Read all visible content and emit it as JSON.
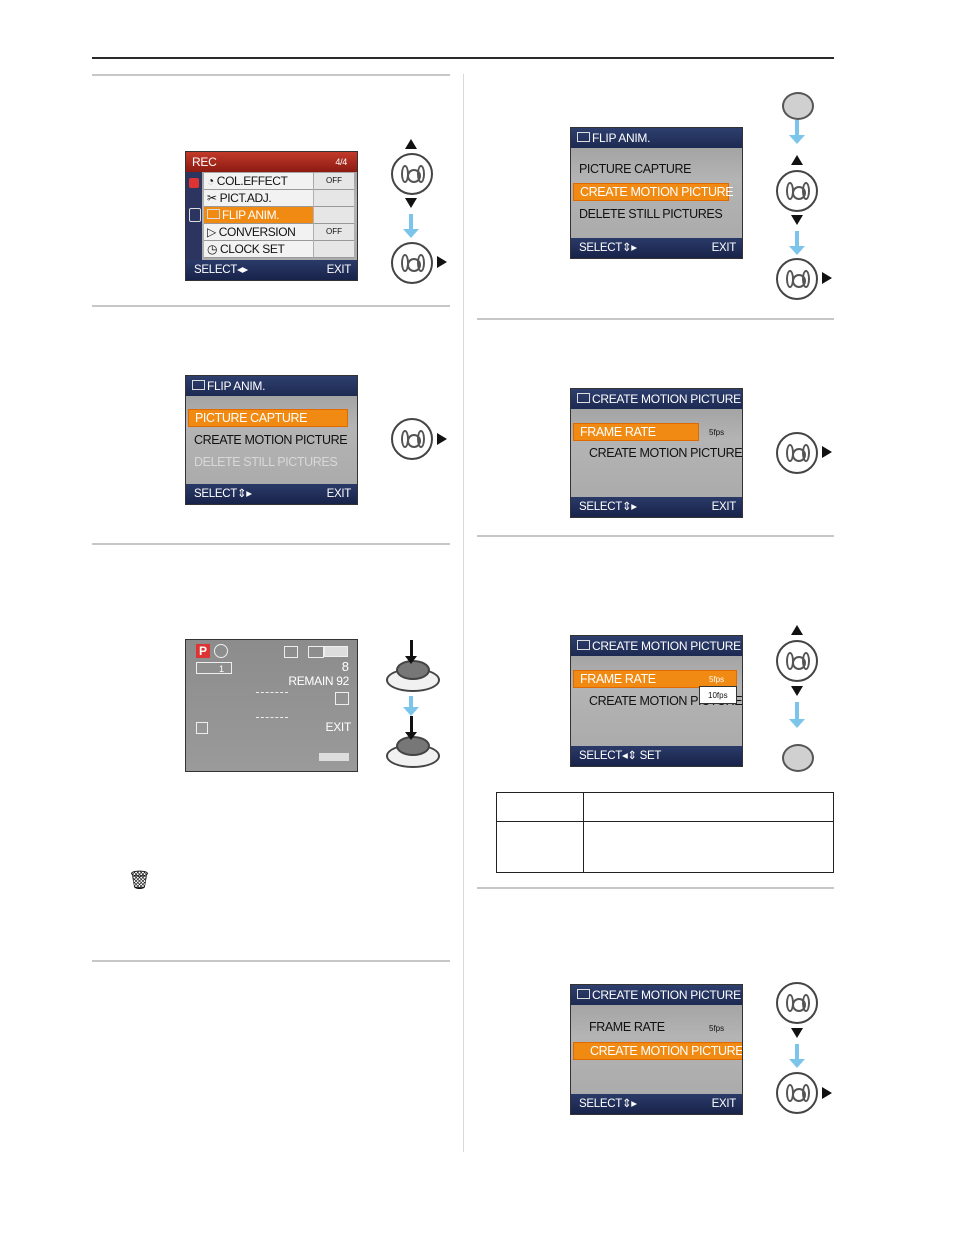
{
  "screens": {
    "rec_menu": {
      "title": "REC",
      "page": "4/4",
      "items": [
        {
          "label": "COL.EFFECT",
          "value": "OFF",
          "icon": "color-effect-icon"
        },
        {
          "label": "PICT.ADJ.",
          "value": "",
          "icon": "picture-adjust-icon"
        },
        {
          "label": "FLIP ANIM.",
          "value": "",
          "icon": "flip-anim-icon"
        },
        {
          "label": "CONVERSION",
          "value": "OFF",
          "icon": "conversion-icon"
        },
        {
          "label": "CLOCK SET",
          "value": "",
          "icon": "clock-icon"
        }
      ],
      "select": "SELECT",
      "exit": "EXIT"
    },
    "flip_anim_1": {
      "title": "FLIP ANIM.",
      "items": [
        "PICTURE CAPTURE",
        "CREATE MOTION PICTURE",
        "DELETE STILL PICTURES"
      ],
      "select": "SELECT",
      "exit": "EXIT"
    },
    "capture": {
      "mode": "P",
      "count": "8",
      "remain": "REMAIN 92",
      "burst": "1",
      "exit": "EXIT"
    },
    "flip_anim_2": {
      "title": "FLIP ANIM.",
      "items": [
        "PICTURE CAPTURE",
        "CREATE MOTION PICTURE",
        "DELETE STILL PICTURES"
      ],
      "select": "SELECT",
      "exit": "EXIT"
    },
    "cmp_1": {
      "title": "CREATE MOTION PICTURE",
      "frame_rate": "FRAME RATE",
      "fps": "5fps",
      "create": "CREATE MOTION PICTURE",
      "select": "SELECT",
      "exit": "EXIT"
    },
    "cmp_2": {
      "title": "CREATE MOTION PICTURE",
      "frame_rate": "FRAME RATE",
      "option_5": "5fps",
      "option_10": "10fps",
      "create": "CREATE MOTION PICTURE",
      "select": "SELECT",
      "set": "SET"
    },
    "cmp_3": {
      "title": "CREATE MOTION PICTURE",
      "frame_rate": "FRAME RATE",
      "fps": "5fps",
      "create": "CREATE MOTION PICTURE",
      "select": "SELECT",
      "exit": "EXIT"
    }
  }
}
